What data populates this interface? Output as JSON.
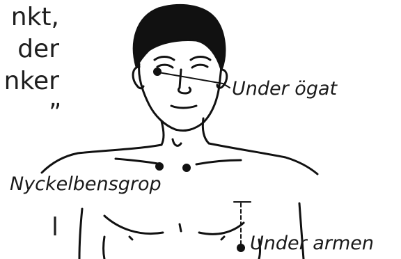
{
  "body_text_fragments": [
    "nkt,",
    "der",
    "nker",
    "”",
    "l"
  ],
  "labels": {
    "eye": "Under ögat",
    "collarbone": "Nyckelbensgrop",
    "armpit": "Under armen"
  }
}
